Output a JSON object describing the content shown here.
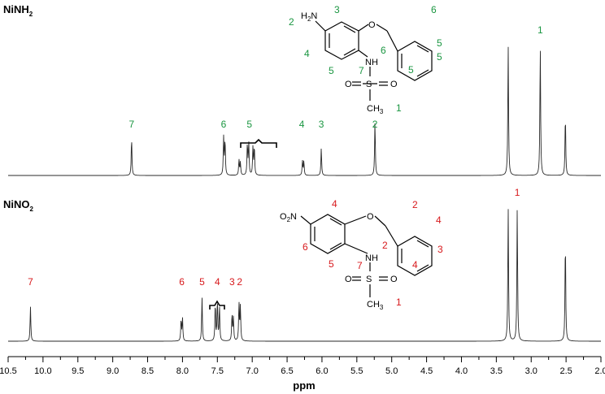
{
  "chart_data": {
    "type": "line",
    "x_reversed": true,
    "xlim": [
      10.5,
      2.0
    ],
    "xlabel": "ppm",
    "xticks": [
      "10.5",
      "10.0",
      "9.5",
      "9.0",
      "8.5",
      "8.0",
      "7.5",
      "7.0",
      "6.5",
      "6.0",
      "5.5",
      "5.0",
      "4.5",
      "4.0",
      "3.5",
      "3.0",
      "2.5",
      "2.0"
    ],
    "grid": false,
    "panels": [
      {
        "title_main": "NiNH",
        "title_sub": "2",
        "label_color": "#1a9641",
        "peaks": [
          {
            "ppm": 8.73,
            "h": 0.29
          },
          {
            "ppm": 7.41,
            "h": 0.29
          },
          {
            "ppm": 7.39,
            "h": 0.27
          },
          {
            "ppm": 7.19,
            "h": 0.12
          },
          {
            "ppm": 7.17,
            "h": 0.1
          },
          {
            "ppm": 7.07,
            "h": 0.24
          },
          {
            "ppm": 7.05,
            "h": 0.25
          },
          {
            "ppm": 6.99,
            "h": 0.21
          },
          {
            "ppm": 6.97,
            "h": 0.22
          },
          {
            "ppm": 6.28,
            "h": 0.11
          },
          {
            "ppm": 6.26,
            "h": 0.11
          },
          {
            "ppm": 6.01,
            "h": 0.21
          },
          {
            "ppm": 5.24,
            "h": 0.42
          },
          {
            "ppm": 3.33,
            "h": 1.0
          },
          {
            "ppm": 2.87,
            "h": 1.0
          },
          {
            "ppm": 2.51,
            "h": 0.47
          }
        ],
        "labels": [
          {
            "text": "7",
            "ppm": 8.73
          },
          {
            "text": "6",
            "ppm": 7.41
          },
          {
            "text": "5",
            "ppm": 7.04
          },
          {
            "text": "4",
            "ppm": 6.29
          },
          {
            "text": "3",
            "ppm": 6.01
          },
          {
            "text": "2",
            "ppm": 5.24
          },
          {
            "text": "1",
            "ppm": 2.87
          }
        ],
        "structure": {
          "amine": "H",
          "amine_sub": "2",
          "amine_n": "N",
          "oxygen": "O",
          "nh": "NH",
          "sulfur": "S",
          "so_o1": "O",
          "so_o2": "O",
          "methyl": "CH",
          "methyl_sub": "3",
          "positions": [
            "2",
            "3",
            "4",
            "5",
            "6",
            "5",
            "5",
            "5",
            "6",
            "7",
            "1"
          ]
        }
      },
      {
        "title_main": "NiNO",
        "title_sub": "2",
        "label_color": "#d7191c",
        "peaks": [
          {
            "ppm": 10.18,
            "h": 0.26
          },
          {
            "ppm": 8.02,
            "h": 0.16
          },
          {
            "ppm": 8.0,
            "h": 0.17
          },
          {
            "ppm": 7.72,
            "h": 0.33
          },
          {
            "ppm": 7.53,
            "h": 0.28
          },
          {
            "ppm": 7.5,
            "h": 0.3
          },
          {
            "ppm": 7.47,
            "h": 0.26
          },
          {
            "ppm": 7.29,
            "h": 0.2
          },
          {
            "ppm": 7.27,
            "h": 0.17
          },
          {
            "ppm": 7.19,
            "h": 0.28
          },
          {
            "ppm": 7.17,
            "h": 0.26
          },
          {
            "ppm": 3.33,
            "h": 1.0
          },
          {
            "ppm": 3.2,
            "h": 1.0
          },
          {
            "ppm": 2.51,
            "h": 0.77
          }
        ],
        "labels": [
          {
            "text": "7",
            "ppm": 10.18
          },
          {
            "text": "6",
            "ppm": 8.01
          },
          {
            "text": "5",
            "ppm": 7.72
          },
          {
            "text": "4",
            "ppm": 7.5
          },
          {
            "text": "3",
            "ppm": 7.29
          },
          {
            "text": "2",
            "ppm": 7.18
          },
          {
            "text": "1",
            "ppm": 3.2
          }
        ],
        "structure": {
          "nitro": "O",
          "nitro_sub": "2",
          "nitro_n": "N",
          "oxygen": "O",
          "nh": "NH",
          "sulfur": "S",
          "so_o1": "O",
          "so_o2": "O",
          "methyl": "CH",
          "methyl_sub": "3",
          "positions": [
            "4",
            "2",
            "6",
            "5",
            "4",
            "3",
            "4",
            "2",
            "7",
            "1"
          ]
        }
      }
    ]
  }
}
